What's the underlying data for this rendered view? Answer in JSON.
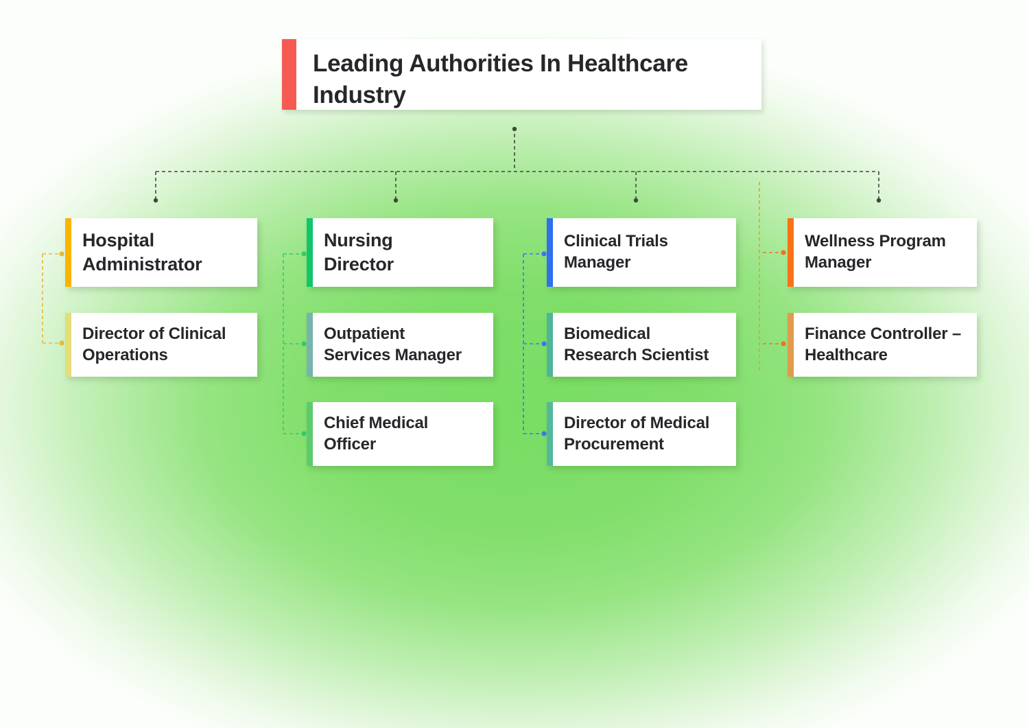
{
  "title": {
    "text": "Leading Authorities In Healthcare Industry",
    "accent_color": "#f55b53"
  },
  "background": {
    "center_color": "#79dd63",
    "edge_color": "#fbfefa"
  },
  "chart_data": {
    "type": "diagram",
    "layout": "organizational-chart",
    "root": "Leading Authorities In Healthcare Industry",
    "branch_count": 4
  },
  "columns": [
    {
      "id": "column-1",
      "connector_color": "#e8b838",
      "nodes": [
        {
          "label": "Hospital\nAdministrator",
          "accent_color": "#f7b500",
          "size": "lg"
        },
        {
          "label": "Director of Clinical\nOperations",
          "accent_color": "#e3de79",
          "size": "md"
        }
      ]
    },
    {
      "id": "column-2",
      "connector_color": "#35c969",
      "nodes": [
        {
          "label": "Nursing\nDirector",
          "accent_color": "#12c56a",
          "size": "lg"
        },
        {
          "label": "Outpatient\nServices Manager",
          "accent_color": "#77b4ab",
          "size": "md"
        },
        {
          "label": "Chief Medical\nOfficer",
          "accent_color": "#5ccb6e",
          "size": "md"
        }
      ]
    },
    {
      "id": "column-3",
      "connector_color": "#3b76ef",
      "nodes": [
        {
          "label": "Clinical Trials\nManager",
          "accent_color": "#2f6ff0",
          "size": "lg"
        },
        {
          "label": "Biomedical\nResearch Scientist",
          "accent_color": "#4fb598",
          "size": "md"
        },
        {
          "label": "Director of Medical\nProcurement",
          "accent_color": "#55b79c",
          "size": "md"
        }
      ]
    },
    {
      "id": "column-4",
      "connector_color": "#ef7226",
      "nodes": [
        {
          "label": "Wellness Program\nManager",
          "accent_color": "#f97316",
          "size": "md"
        },
        {
          "label": "Finance Controller –\nHealthcare",
          "accent_color": "#e09b4e",
          "size": "md"
        }
      ]
    }
  ]
}
